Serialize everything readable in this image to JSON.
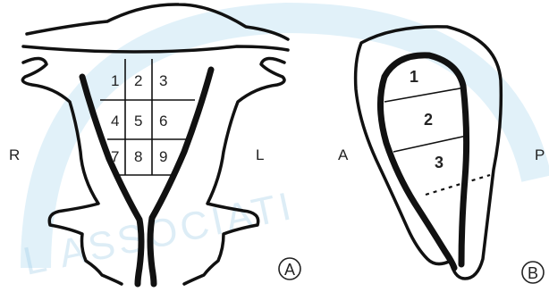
{
  "panel_a": {
    "orientation_left": "R",
    "orientation_right": "L",
    "grid_cells": [
      "1",
      "2",
      "3",
      "4",
      "5",
      "6",
      "7",
      "8",
      "9"
    ],
    "panel_label": "A"
  },
  "panel_b": {
    "orientation_left": "A",
    "orientation_right": "P",
    "zones": [
      "1",
      "2",
      "3"
    ],
    "panel_label": "B"
  },
  "watermark": {
    "text": "L ASSOCIATI",
    "color": "#9fcde8"
  }
}
